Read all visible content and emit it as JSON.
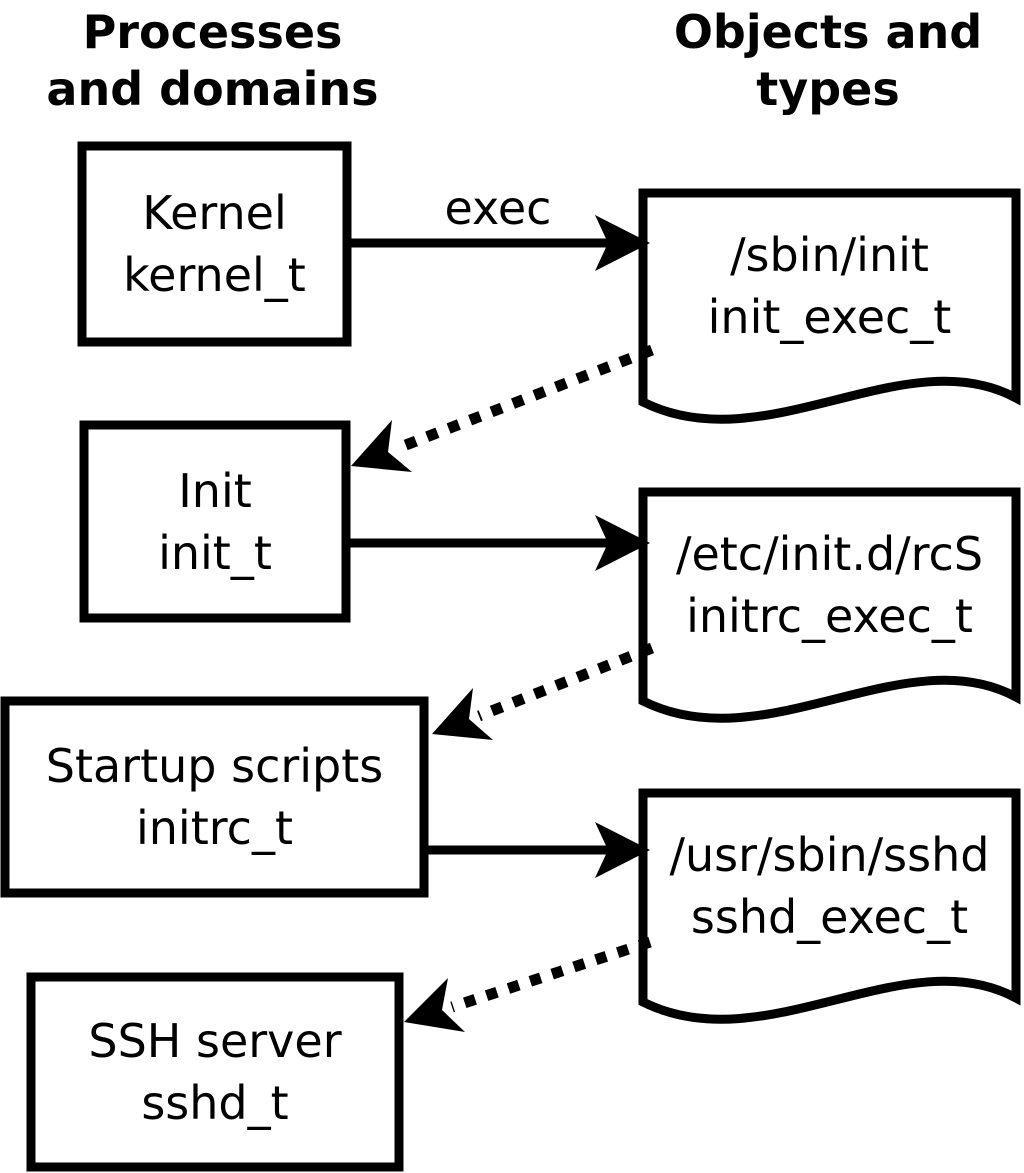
{
  "headers": {
    "processes": {
      "line1": "Processes",
      "line2": "and domains"
    },
    "objects": {
      "line1": "Objects and",
      "line2": "types"
    }
  },
  "arrow_labels": {
    "exec": "exec"
  },
  "process_boxes": [
    {
      "label": "Kernel",
      "type": "kernel_t"
    },
    {
      "label": "Init",
      "type": "init_t"
    },
    {
      "label": "Startup scripts",
      "type": "initrc_t"
    },
    {
      "label": "SSH server",
      "type": "sshd_t"
    }
  ],
  "object_docs": [
    {
      "label": "/sbin/init",
      "type": "init_exec_t"
    },
    {
      "label": "/etc/init.d/rcS",
      "type": "initrc_exec_t"
    },
    {
      "label": "/usr/sbin/sshd",
      "type": "sshd_exec_t"
    }
  ],
  "colors": {
    "ink": "#000000",
    "paper": "#ffffff"
  }
}
